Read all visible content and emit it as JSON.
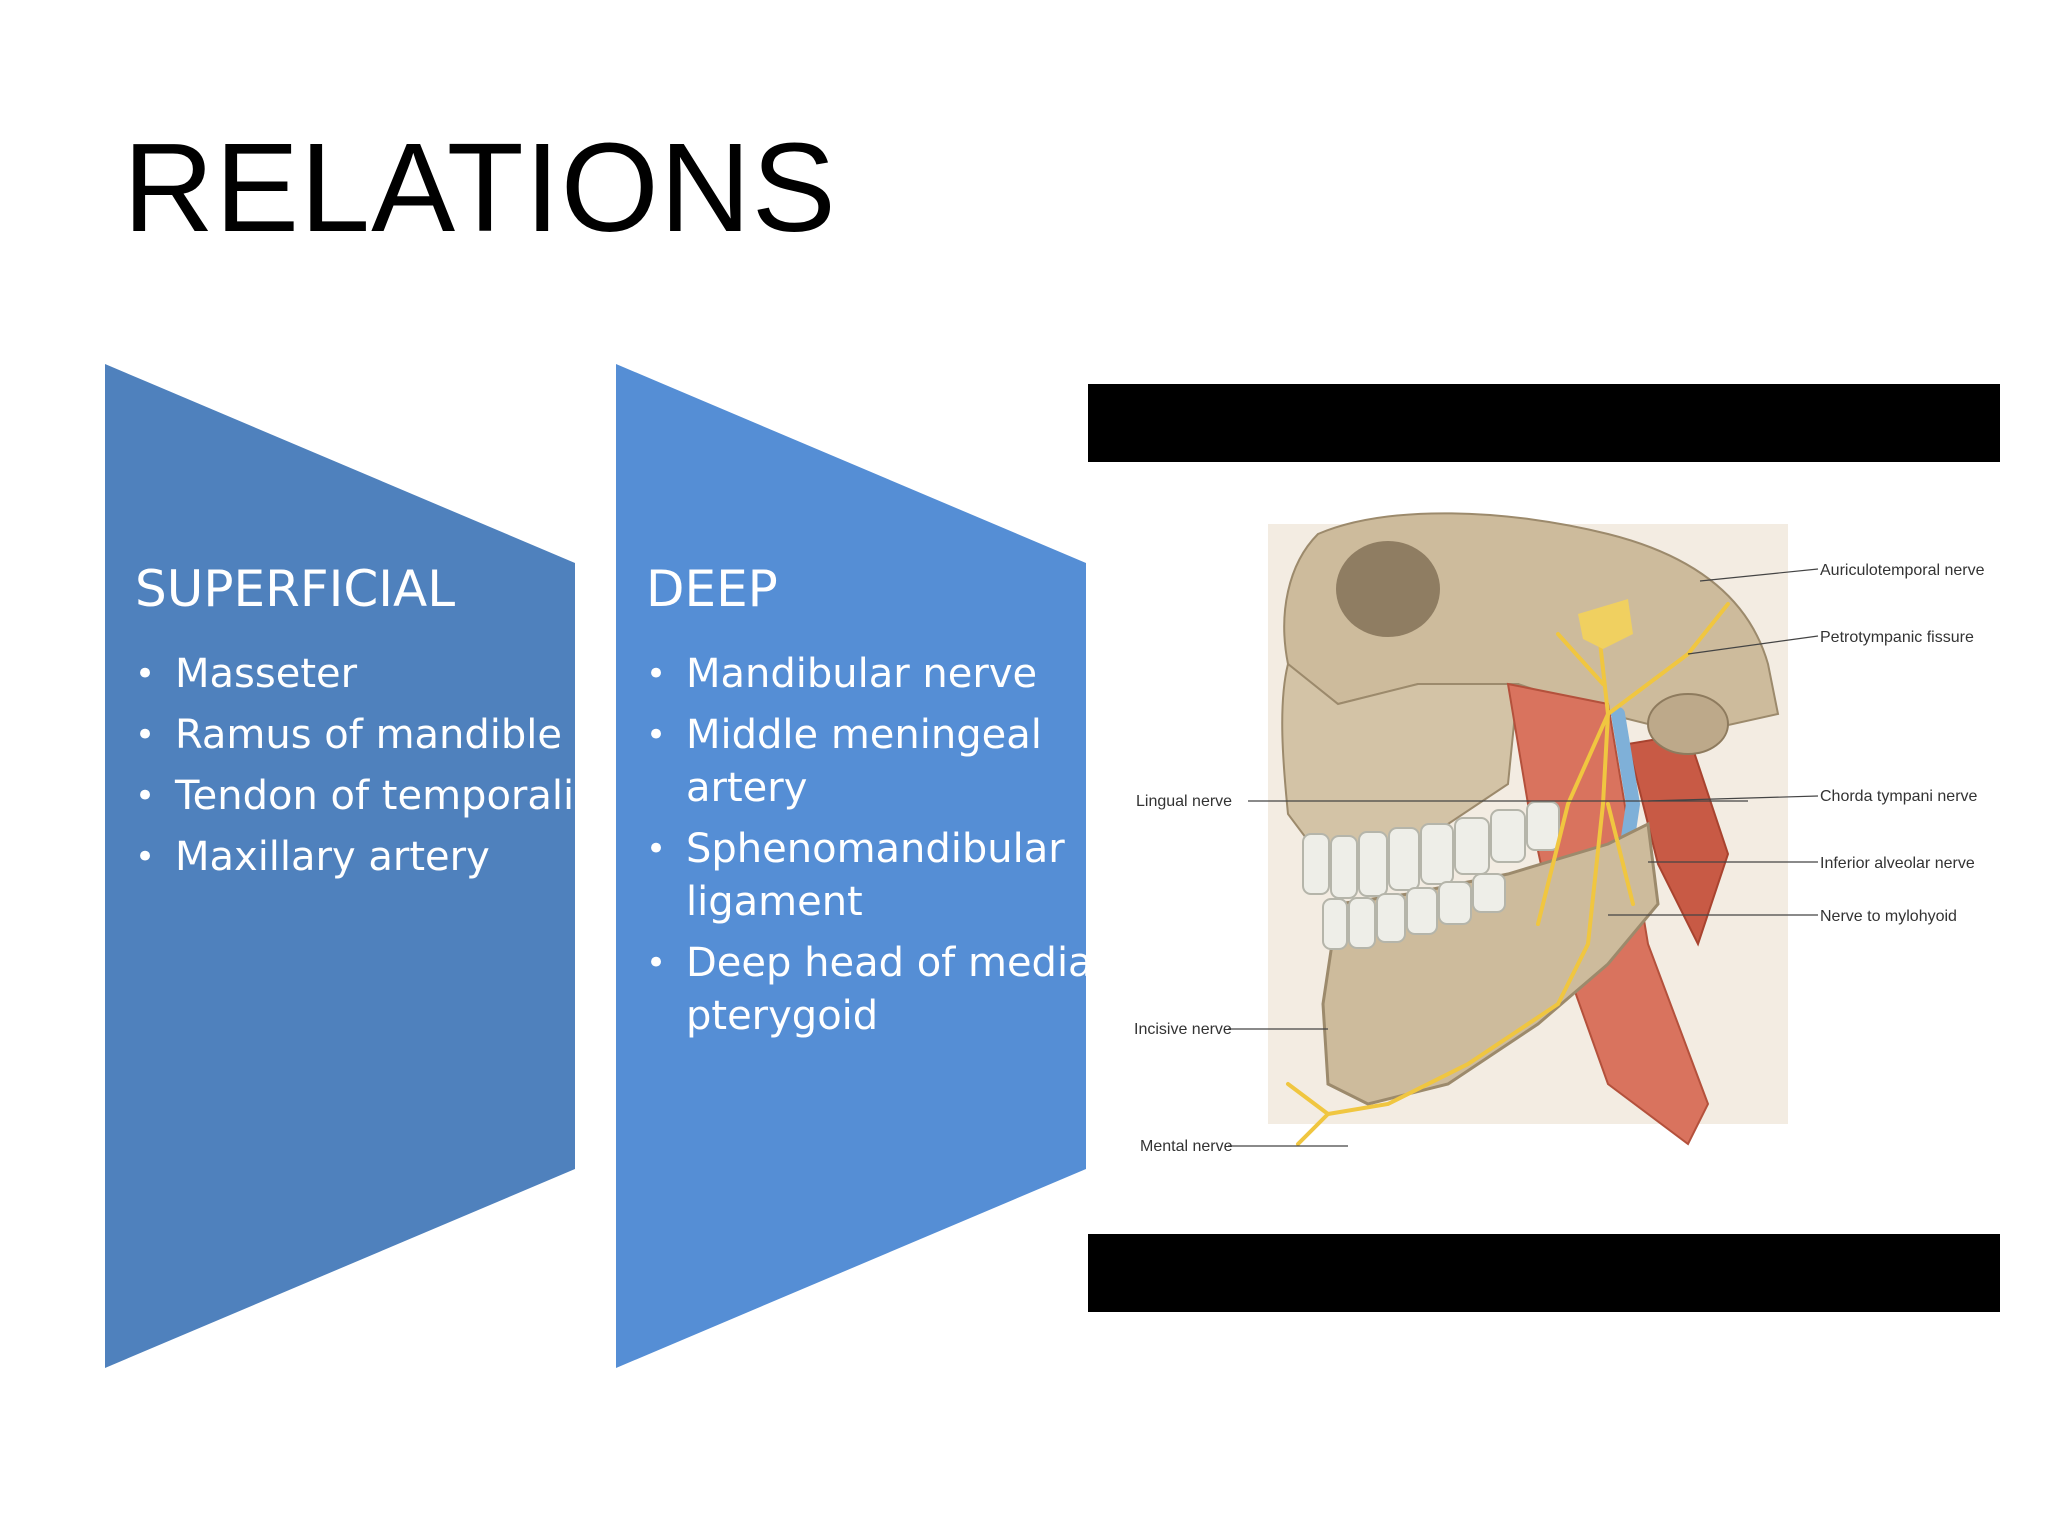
{
  "title": "RELATIONS",
  "colors": {
    "superficial_fill": "#4f81bd",
    "deep_fill": "#558ed5",
    "text": "#ffffff"
  },
  "superficial": {
    "heading": "SUPERFICIAL",
    "items": [
      "Masseter",
      "Ramus of mandible",
      "Tendon of temporalis",
      "Maxillary artery"
    ]
  },
  "deep": {
    "heading": "DEEP",
    "items": [
      "Mandibular nerve",
      "Middle meningeal artery",
      "Sphenomandibular ligament",
      "Deep head of medial pterygoid"
    ]
  },
  "figure": {
    "labels": {
      "auriculotemporal": "Auriculotemporal nerve",
      "petrotympanic": "Petrotympanic fissure",
      "chorda": "Chorda tympani nerve",
      "inferior_alveolar": "Inferior alveolar nerve",
      "mylohyoid": "Nerve to mylohyoid",
      "lingual": "Lingual nerve",
      "incisive": "Incisive nerve",
      "mental": "Mental nerve"
    }
  }
}
